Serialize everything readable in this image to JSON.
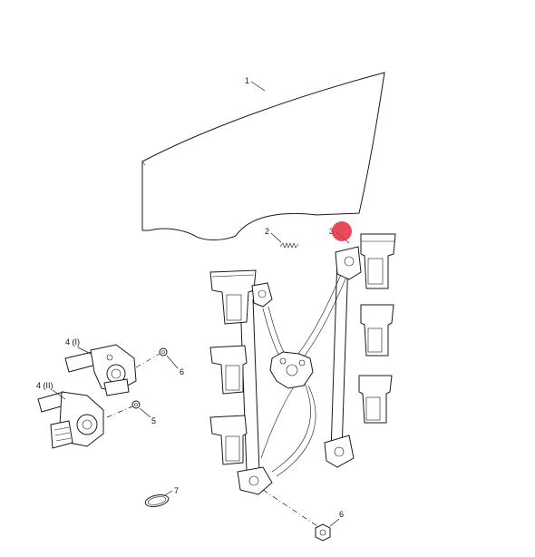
{
  "callouts": {
    "c1": "1",
    "c2": "2",
    "c3": "3",
    "c4i": "4 (I)",
    "c4ii": "4 (II)",
    "c5": "5",
    "c6a": "6",
    "c6b": "6",
    "c7": "7"
  },
  "colors": {
    "line": "#1a1a1a",
    "highlight": "#e32b3a"
  },
  "parts": [
    "window-glass",
    "spring",
    "window-regulator",
    "motor-i",
    "motor-ii",
    "bolt",
    "fastener",
    "grommet",
    "highlight-marker"
  ]
}
